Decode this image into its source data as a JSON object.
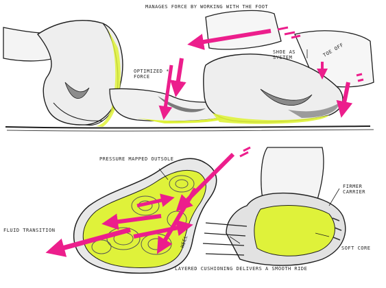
{
  "annotations": {
    "manages_force": "MANAGES FORCE BY WORKING WITH THE FOOT",
    "optimized_force": "OPTIMIZED * FORCE",
    "shoe_as_system": "SHOE AS SYSTEM",
    "toe_off": "TOE OFF",
    "pressure_mapped": "PRESSURE MAPPED OUTSOLE",
    "fluid_transition": "FLUID TRANSITION",
    "layered_cushioning": "LAYERED CUSHIONING DELIVERS A SMOOTH RIDE",
    "firmer_carrier": "FIRMER CARRIER",
    "soft_core": "SOFT CORE",
    "heel_label": "HEEL"
  },
  "colors": {
    "accent_magenta": "#ec1e8c",
    "accent_volt": "#dff23a",
    "sketch_line": "#1e1e1e",
    "shade_grey": "#9b9b9b"
  },
  "icons": [
    "arrow-icon",
    "asterisk-icon"
  ]
}
